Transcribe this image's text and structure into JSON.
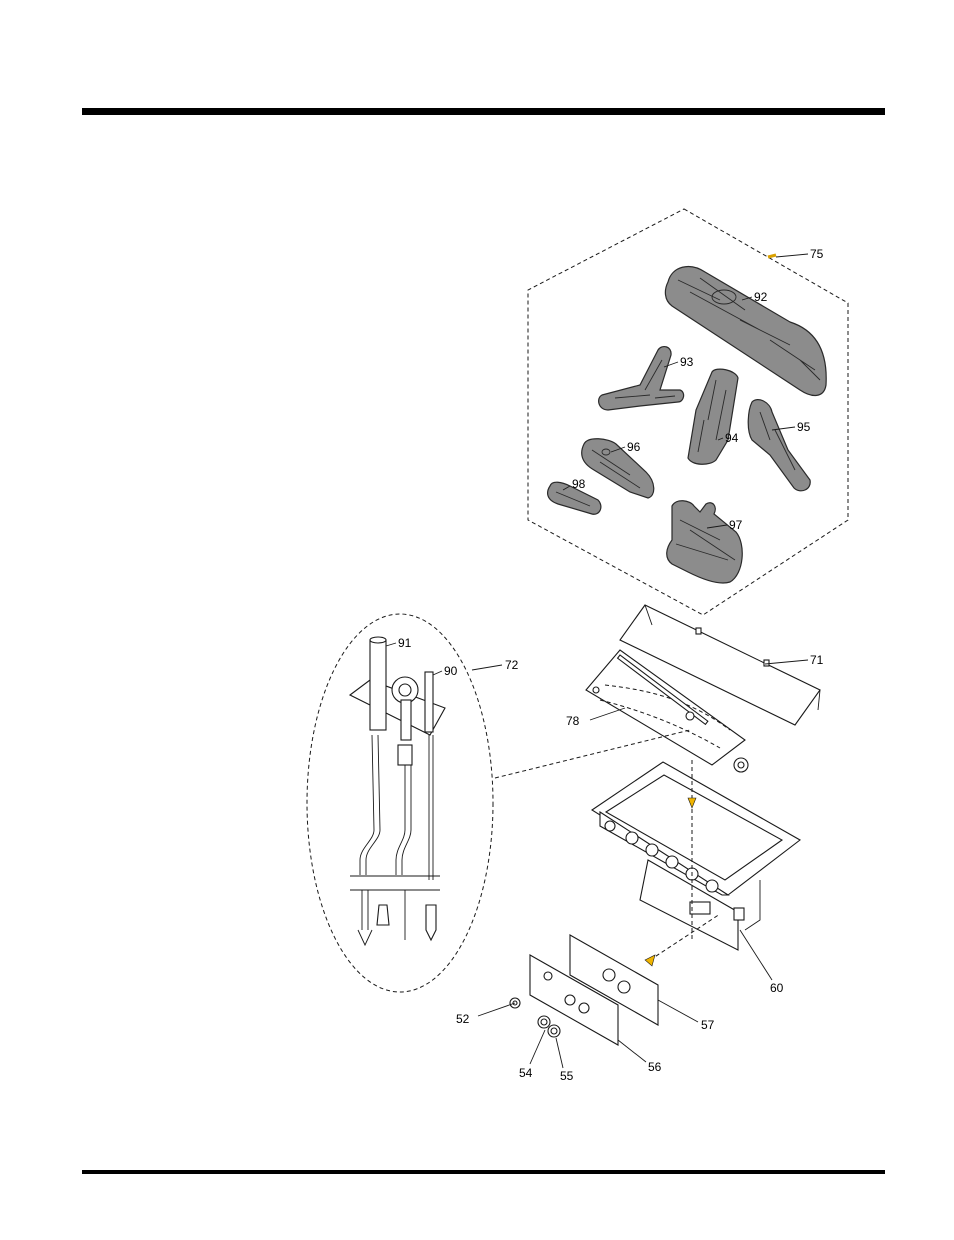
{
  "diagram": {
    "callouts": [
      {
        "id": "75",
        "label": "75"
      },
      {
        "id": "92",
        "label": "92"
      },
      {
        "id": "93",
        "label": "93"
      },
      {
        "id": "94",
        "label": "94"
      },
      {
        "id": "95",
        "label": "95"
      },
      {
        "id": "96",
        "label": "96"
      },
      {
        "id": "97",
        "label": "97"
      },
      {
        "id": "98",
        "label": "98"
      },
      {
        "id": "91",
        "label": "91"
      },
      {
        "id": "90",
        "label": "90"
      },
      {
        "id": "72",
        "label": "72"
      },
      {
        "id": "71",
        "label": "71"
      },
      {
        "id": "78",
        "label": "78"
      },
      {
        "id": "60",
        "label": "60"
      },
      {
        "id": "52",
        "label": "52"
      },
      {
        "id": "57",
        "label": "57"
      },
      {
        "id": "54",
        "label": "54"
      },
      {
        "id": "55",
        "label": "55"
      },
      {
        "id": "56",
        "label": "56"
      }
    ],
    "colors": {
      "log_fill": "#8c8c8c",
      "marker": "#f0b400",
      "line": "#1a1a1a"
    }
  }
}
